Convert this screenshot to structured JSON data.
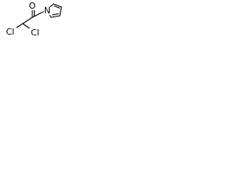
{
  "atom_labels": {
    "oxygen": "O",
    "nitrogen": "N",
    "chlorine_left": "Cl",
    "chlorine_right": "Cl"
  },
  "colors": {
    "background": "#ffffff",
    "ink": "#000000"
  }
}
